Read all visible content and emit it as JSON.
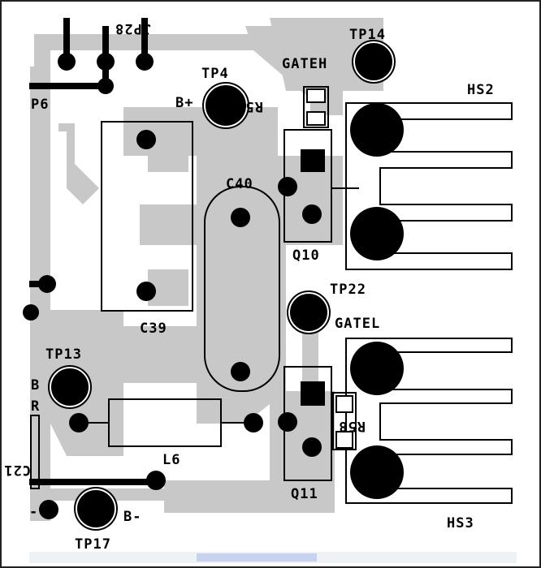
{
  "labels": {
    "tp14": "TP14",
    "tp4": "TP4",
    "gateh": "GATEH",
    "b_plus": "B+",
    "r56": "R56",
    "hs2": "HS2",
    "tp6": "P6",
    "c40": "C40",
    "q10": "Q10",
    "tp22": "TP22",
    "gatel": "GATEL",
    "c39": "C39",
    "tp13": "TP13",
    "b_left": "B",
    "r_left": "R",
    "r58": "R58",
    "l6": "L6",
    "c21": "C21",
    "minus": "-",
    "b_minus": "B-",
    "q11": "Q11",
    "tp17": "TP17",
    "hs3": "HS3",
    "top_partial": "JP28"
  },
  "colors": {
    "copper": "#c8c8c8",
    "silkscreen": "#000000",
    "background": "#ffffff"
  }
}
